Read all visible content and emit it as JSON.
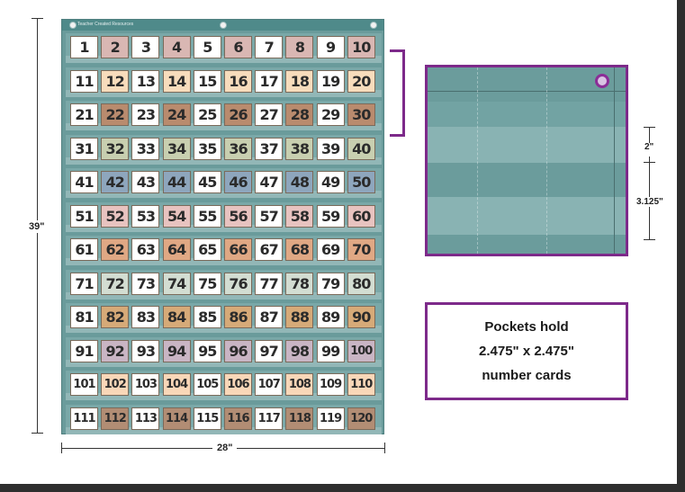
{
  "chart": {
    "brand": "Teacher Created Resources",
    "cards": [
      {
        "n": "1",
        "c": "#ffffff"
      },
      {
        "n": "2",
        "c": "#d9b7b3"
      },
      {
        "n": "3",
        "c": "#ffffff"
      },
      {
        "n": "4",
        "c": "#d9b7b3"
      },
      {
        "n": "5",
        "c": "#ffffff"
      },
      {
        "n": "6",
        "c": "#d9b7b3"
      },
      {
        "n": "7",
        "c": "#ffffff"
      },
      {
        "n": "8",
        "c": "#d9b7b3"
      },
      {
        "n": "9",
        "c": "#ffffff"
      },
      {
        "n": "10",
        "c": "#d9b7b3"
      },
      {
        "n": "11",
        "c": "#ffffff"
      },
      {
        "n": "12",
        "c": "#f7dcbc"
      },
      {
        "n": "13",
        "c": "#ffffff"
      },
      {
        "n": "14",
        "c": "#f7dcbc"
      },
      {
        "n": "15",
        "c": "#ffffff"
      },
      {
        "n": "16",
        "c": "#f7dcbc"
      },
      {
        "n": "17",
        "c": "#ffffff"
      },
      {
        "n": "18",
        "c": "#f7dcbc"
      },
      {
        "n": "19",
        "c": "#ffffff"
      },
      {
        "n": "20",
        "c": "#f7dcbc"
      },
      {
        "n": "21",
        "c": "#ffffff"
      },
      {
        "n": "22",
        "c": "#b98b6e"
      },
      {
        "n": "23",
        "c": "#ffffff"
      },
      {
        "n": "24",
        "c": "#b98b6e"
      },
      {
        "n": "25",
        "c": "#ffffff"
      },
      {
        "n": "26",
        "c": "#b98b6e"
      },
      {
        "n": "27",
        "c": "#ffffff"
      },
      {
        "n": "28",
        "c": "#b98b6e"
      },
      {
        "n": "29",
        "c": "#ffffff"
      },
      {
        "n": "30",
        "c": "#b98b6e"
      },
      {
        "n": "31",
        "c": "#ffffff"
      },
      {
        "n": "32",
        "c": "#c8cfb0"
      },
      {
        "n": "33",
        "c": "#ffffff"
      },
      {
        "n": "34",
        "c": "#c8cfb0"
      },
      {
        "n": "35",
        "c": "#ffffff"
      },
      {
        "n": "36",
        "c": "#c8cfb0"
      },
      {
        "n": "37",
        "c": "#ffffff"
      },
      {
        "n": "38",
        "c": "#c8cfb0"
      },
      {
        "n": "39",
        "c": "#ffffff"
      },
      {
        "n": "40",
        "c": "#c8cfb0"
      },
      {
        "n": "41",
        "c": "#ffffff"
      },
      {
        "n": "42",
        "c": "#8ea6bd"
      },
      {
        "n": "43",
        "c": "#ffffff"
      },
      {
        "n": "44",
        "c": "#8ea6bd"
      },
      {
        "n": "45",
        "c": "#ffffff"
      },
      {
        "n": "46",
        "c": "#8ea6bd"
      },
      {
        "n": "47",
        "c": "#ffffff"
      },
      {
        "n": "48",
        "c": "#8ea6bd"
      },
      {
        "n": "49",
        "c": "#ffffff"
      },
      {
        "n": "50",
        "c": "#8ea6bd"
      },
      {
        "n": "51",
        "c": "#ffffff"
      },
      {
        "n": "52",
        "c": "#e8c3c0"
      },
      {
        "n": "53",
        "c": "#ffffff"
      },
      {
        "n": "54",
        "c": "#e8c3c0"
      },
      {
        "n": "55",
        "c": "#ffffff"
      },
      {
        "n": "56",
        "c": "#e8c3c0"
      },
      {
        "n": "57",
        "c": "#ffffff"
      },
      {
        "n": "58",
        "c": "#e8c3c0"
      },
      {
        "n": "59",
        "c": "#ffffff"
      },
      {
        "n": "60",
        "c": "#e8c3c0"
      },
      {
        "n": "61",
        "c": "#ffffff"
      },
      {
        "n": "62",
        "c": "#e0a884"
      },
      {
        "n": "63",
        "c": "#ffffff"
      },
      {
        "n": "64",
        "c": "#e0a884"
      },
      {
        "n": "65",
        "c": "#ffffff"
      },
      {
        "n": "66",
        "c": "#e0a884"
      },
      {
        "n": "67",
        "c": "#ffffff"
      },
      {
        "n": "68",
        "c": "#e0a884"
      },
      {
        "n": "69",
        "c": "#ffffff"
      },
      {
        "n": "70",
        "c": "#e0a884"
      },
      {
        "n": "71",
        "c": "#ffffff"
      },
      {
        "n": "72",
        "c": "#d3ddd2"
      },
      {
        "n": "73",
        "c": "#ffffff"
      },
      {
        "n": "74",
        "c": "#d3ddd2"
      },
      {
        "n": "75",
        "c": "#ffffff"
      },
      {
        "n": "76",
        "c": "#d3ddd2"
      },
      {
        "n": "77",
        "c": "#ffffff"
      },
      {
        "n": "78",
        "c": "#d3ddd2"
      },
      {
        "n": "79",
        "c": "#ffffff"
      },
      {
        "n": "80",
        "c": "#d3ddd2"
      },
      {
        "n": "81",
        "c": "#ffffff"
      },
      {
        "n": "82",
        "c": "#d6aa78"
      },
      {
        "n": "83",
        "c": "#ffffff"
      },
      {
        "n": "84",
        "c": "#d6aa78"
      },
      {
        "n": "85",
        "c": "#ffffff"
      },
      {
        "n": "86",
        "c": "#d6aa78"
      },
      {
        "n": "87",
        "c": "#ffffff"
      },
      {
        "n": "88",
        "c": "#d6aa78"
      },
      {
        "n": "89",
        "c": "#ffffff"
      },
      {
        "n": "90",
        "c": "#d6aa78"
      },
      {
        "n": "91",
        "c": "#ffffff"
      },
      {
        "n": "92",
        "c": "#c9b5c4"
      },
      {
        "n": "93",
        "c": "#ffffff"
      },
      {
        "n": "94",
        "c": "#c9b5c4"
      },
      {
        "n": "95",
        "c": "#ffffff"
      },
      {
        "n": "96",
        "c": "#c9b5c4"
      },
      {
        "n": "97",
        "c": "#ffffff"
      },
      {
        "n": "98",
        "c": "#c9b5c4"
      },
      {
        "n": "99",
        "c": "#ffffff"
      },
      {
        "n": "100",
        "c": "#c9b5c4"
      },
      {
        "n": "101",
        "c": "#ffffff"
      },
      {
        "n": "102",
        "c": "#f9d7b8"
      },
      {
        "n": "103",
        "c": "#ffffff"
      },
      {
        "n": "104",
        "c": "#f9d7b8"
      },
      {
        "n": "105",
        "c": "#ffffff"
      },
      {
        "n": "106",
        "c": "#f9d7b8"
      },
      {
        "n": "107",
        "c": "#ffffff"
      },
      {
        "n": "108",
        "c": "#f9d7b8"
      },
      {
        "n": "109",
        "c": "#ffffff"
      },
      {
        "n": "110",
        "c": "#f9d7b8"
      },
      {
        "n": "111",
        "c": "#ffffff"
      },
      {
        "n": "112",
        "c": "#b28d74"
      },
      {
        "n": "113",
        "c": "#ffffff"
      },
      {
        "n": "114",
        "c": "#b28d74"
      },
      {
        "n": "115",
        "c": "#ffffff"
      },
      {
        "n": "116",
        "c": "#b28d74"
      },
      {
        "n": "117",
        "c": "#ffffff"
      },
      {
        "n": "118",
        "c": "#b28d74"
      },
      {
        "n": "119",
        "c": "#ffffff"
      },
      {
        "n": "120",
        "c": "#b28d74"
      }
    ]
  },
  "dimensions": {
    "height": "39\"",
    "width": "28\"",
    "pocket_gap": "2\"",
    "pocket_height": "3.125\""
  },
  "info": {
    "line1": "Pockets hold",
    "line2": "2.475\" x 2.475\"",
    "line3": "number cards"
  },
  "colors": {
    "accent": "#7d2a8a",
    "chart_bg": "#6a9b9b"
  }
}
